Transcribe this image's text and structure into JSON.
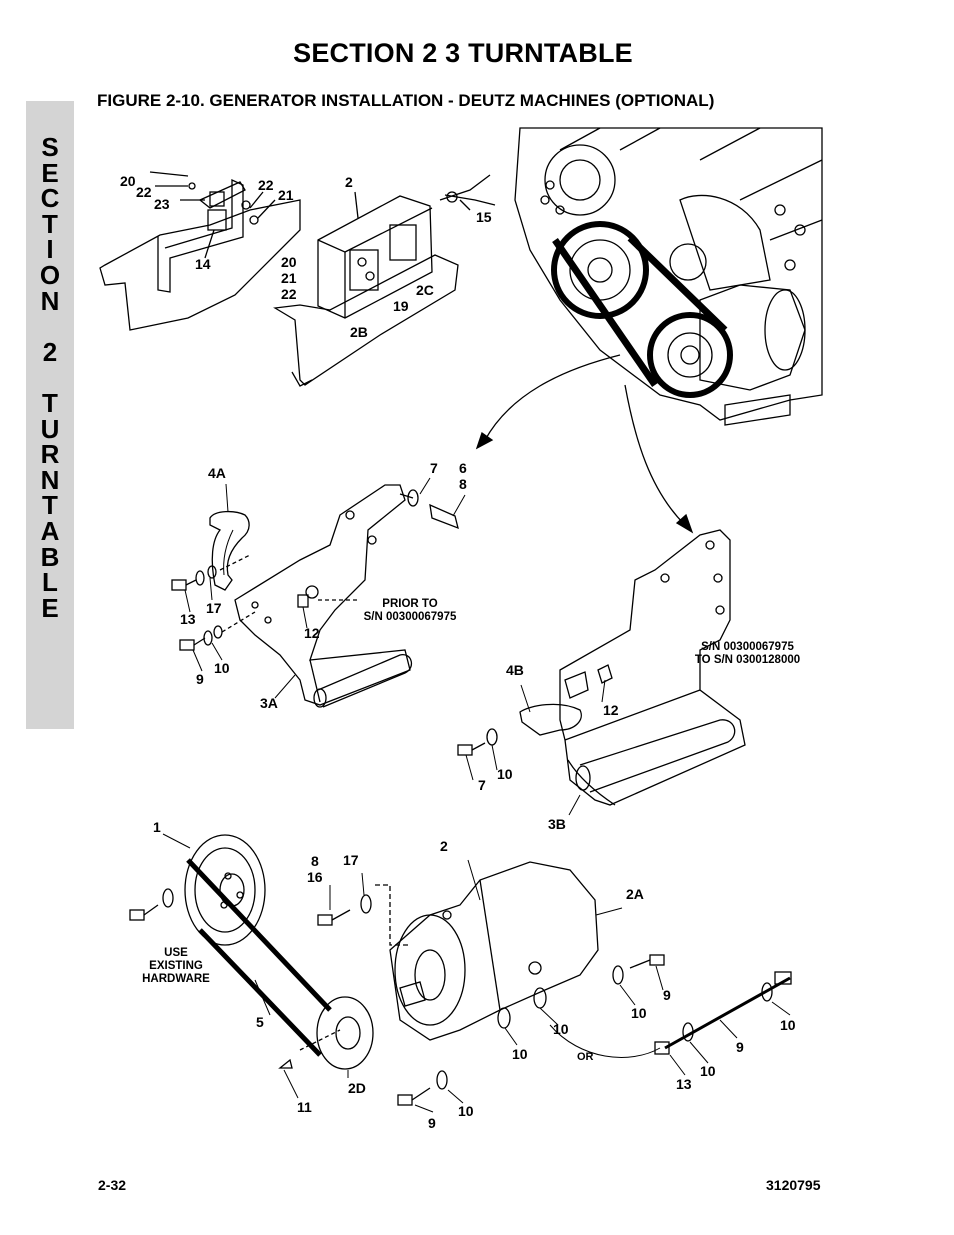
{
  "header": {
    "title": "SECTION 2   3 TURNTABLE"
  },
  "figure": {
    "title": "FIGURE 2-10.  GENERATOR INSTALLATION - DEUTZ MACHINES (OPTIONAL)"
  },
  "side_tab": {
    "letters": [
      "S",
      "E",
      "C",
      "T",
      "I",
      "O",
      "N",
      " ",
      "2",
      " ",
      "T",
      "U",
      "R",
      "N",
      "T",
      "A",
      "B",
      "L",
      "E"
    ]
  },
  "callouts": [
    "20",
    "22",
    "23",
    "22",
    "21",
    "2",
    "15",
    "14",
    "20",
    "21",
    "22",
    "2C",
    "19",
    "2B",
    "4A",
    "7",
    "6",
    "8",
    "13",
    "17",
    "12",
    "9",
    "10",
    "3A",
    "4B",
    "12",
    "10",
    "7",
    "3B",
    "1",
    "8",
    "16",
    "17",
    "2",
    "2A",
    "9",
    "10",
    "10",
    "10",
    "9",
    "10",
    "13",
    "10",
    "5",
    "2D",
    "11",
    "9",
    "10",
    "OR"
  ],
  "notes": {
    "prior_to": "PRIOR TO\nS/N 00300067975",
    "sn_range": "S/N 00300067975\nTO S/N 0300128000",
    "use_existing": "USE\nEXISTING\nHARDWARE"
  },
  "footer": {
    "page_number": "2-32",
    "doc_number": "3120795"
  }
}
